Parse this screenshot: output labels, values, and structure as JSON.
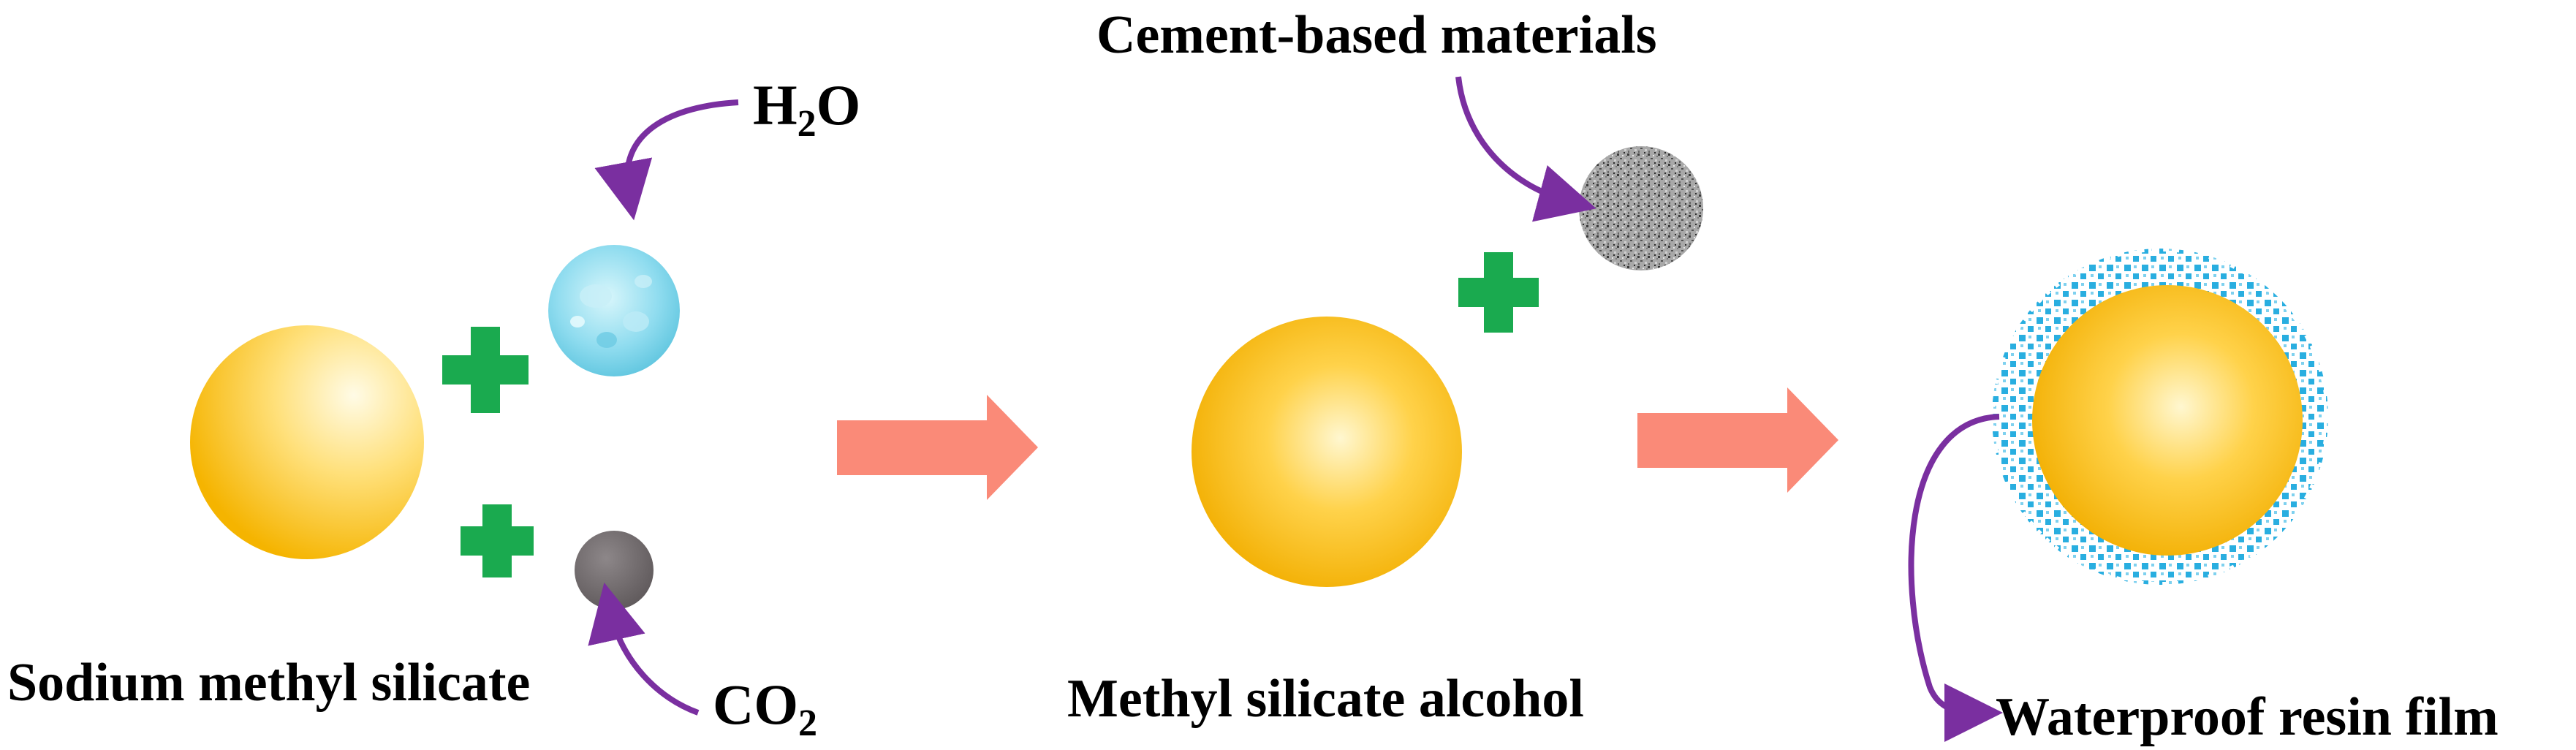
{
  "labels": {
    "sodium": "Sodium methyl silicate",
    "h2o_main": "H",
    "h2o_sub": "2",
    "h2o_tail": "O",
    "co2_main": "CO",
    "co2_sub": "2",
    "cement": "Cement-based materials",
    "methyl_alcohol": "Methyl silicate alcohol",
    "film": "Waterproof resin film"
  },
  "colors": {
    "sphere_center": "#fff7d0",
    "sphere_mid": "#ffd24a",
    "sphere_edge": "#f2ae00",
    "plus": "#1aaa4f",
    "process_arrow": "#fa8a78",
    "pointer_arrow": "#7a2fa0",
    "water": "#8fdcef",
    "co2": "#767072",
    "film_dots": "#29aee0",
    "cement": "#9a9a9a"
  },
  "icons": {
    "plus": "plus-icon",
    "process_arrow": "right-arrow-icon",
    "pointer_arrow": "curved-arrow-icon"
  }
}
